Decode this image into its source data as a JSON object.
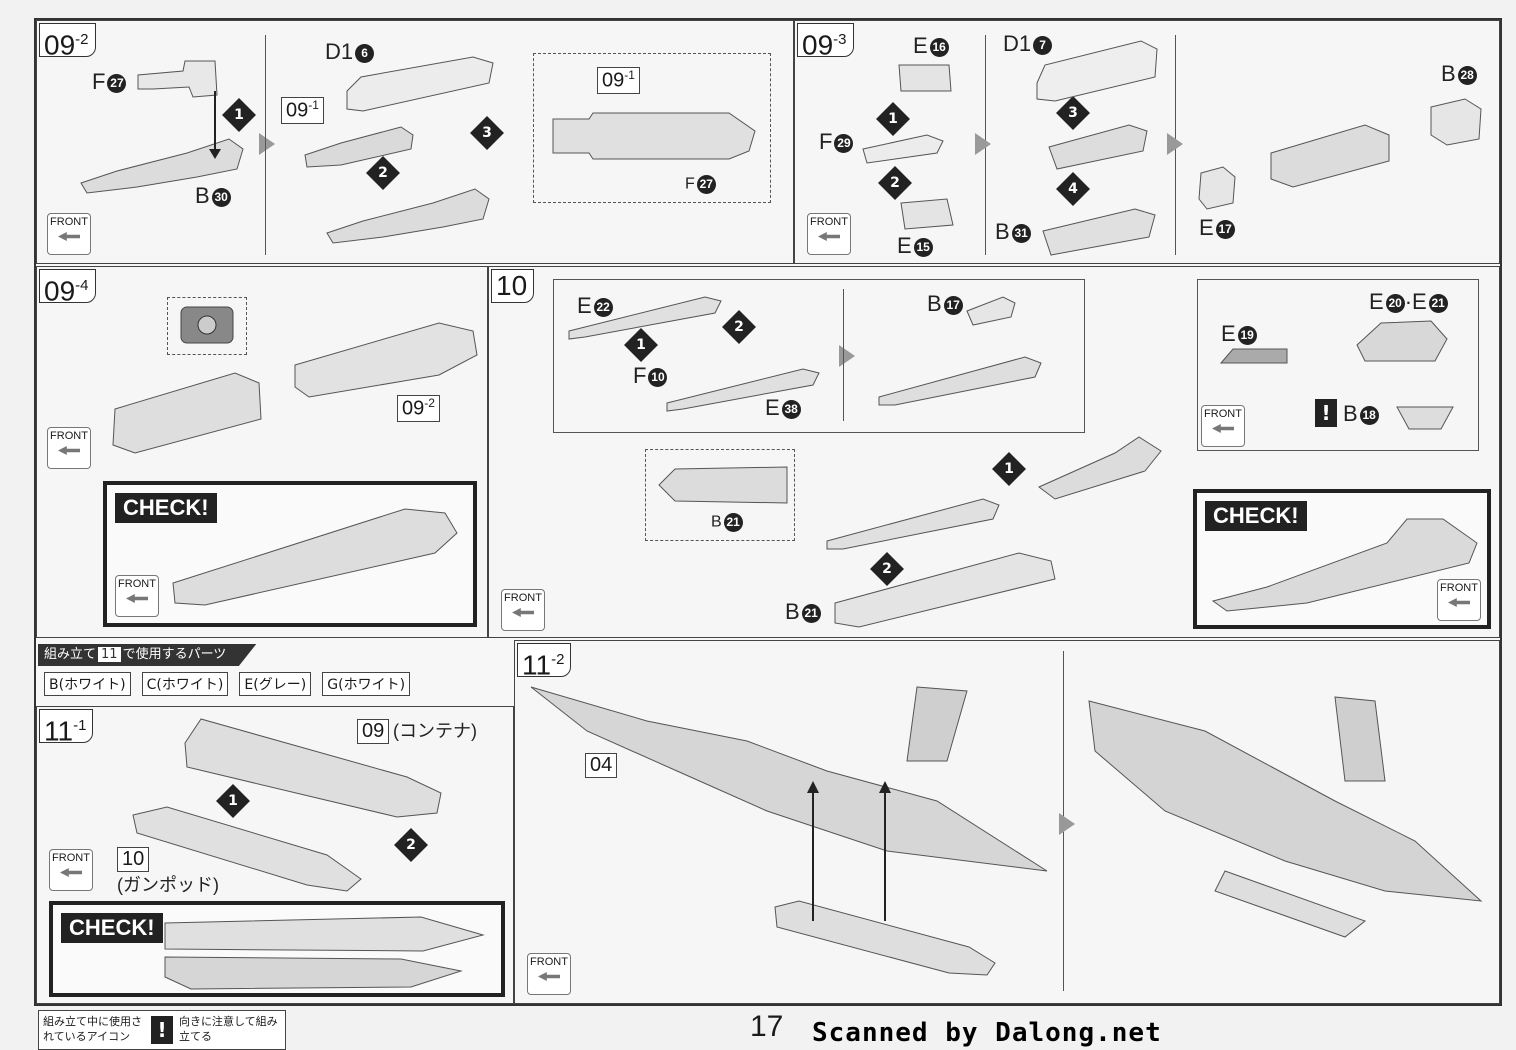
{
  "step_0902": {
    "label": "09",
    "sub": "-2",
    "parts": {
      "f27": "F",
      "b30": "B",
      "d16": "D1",
      "ref0901": "09",
      "ref0901_sub": "-1",
      "inset_ref": "09",
      "inset_ref_sub": "-1",
      "inset_f27": "F"
    },
    "nums": {
      "f27": "27",
      "b30": "30",
      "d16": "6",
      "inset_f27": "27"
    },
    "seq": [
      "1",
      "2",
      "3"
    ]
  },
  "step_0903": {
    "label": "09",
    "sub": "-3",
    "parts": {
      "e16": "E",
      "d17": "D1",
      "b28": "B",
      "f29": "F",
      "e15": "E",
      "b31": "B",
      "e17": "E"
    },
    "nums": {
      "e16": "16",
      "d17": "7",
      "b28": "28",
      "f29": "29",
      "e15": "15",
      "b31": "31",
      "e17": "17"
    },
    "seq": [
      "1",
      "2",
      "3",
      "4"
    ]
  },
  "step_0904": {
    "label": "09",
    "sub": "-4",
    "ref": "09",
    "ref_sub": "-2",
    "check": "CHECK!"
  },
  "step_10": {
    "label": "10",
    "parts": {
      "e22": "E",
      "f10": "F",
      "e38": "E",
      "b17": "B",
      "e20e21": "E",
      "e20e21_b": "·E",
      "e19": "E",
      "b18": "B",
      "b21a": "B",
      "b21b": "B"
    },
    "nums": {
      "e22": "22",
      "f10": "10",
      "e38": "38",
      "b17": "17",
      "e20": "20",
      "e21": "21",
      "e19": "19",
      "b18": "18",
      "b21a": "21",
      "b21b": "21"
    },
    "seq": [
      "1",
      "2",
      "1",
      "2"
    ],
    "warning": "!",
    "check": "CHECK!"
  },
  "parts_used": {
    "head_pre": "組み立て",
    "head_num": "11",
    "head_post": "で使用するパーツ",
    "items": [
      "B(ホワイト)",
      "C(ホワイト)",
      "E(グレー)",
      "G(ホワイト)"
    ]
  },
  "step_1101": {
    "label": "11",
    "sub": "-1",
    "ref09": "09",
    "ref09_note": "(コンテナ)",
    "ref10": "10",
    "ref10_note": "(ガンポッド)",
    "seq": [
      "1",
      "2"
    ],
    "check": "CHECK!"
  },
  "step_1102": {
    "label": "11",
    "sub": "-2",
    "ref04": "04"
  },
  "front_label": "FRONT",
  "footer": {
    "icon_legend_left": "組み立て中に使用されているアイコン",
    "icon_legend_mark": "!",
    "icon_legend_right": "向きに注意して組み立てる",
    "page_number": "17",
    "scanned": "Scanned by Dalong.net"
  }
}
